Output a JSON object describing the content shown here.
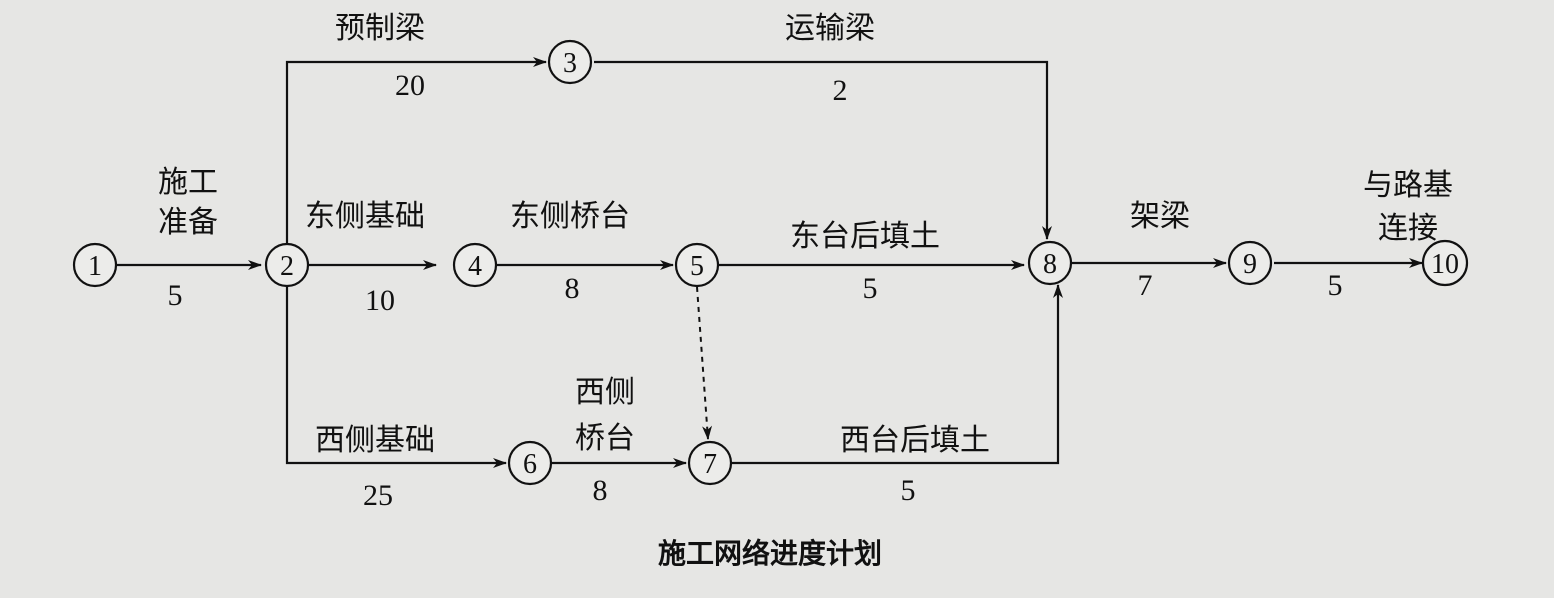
{
  "title": "施工网络进度计划",
  "nodes": [
    "1",
    "2",
    "3",
    "4",
    "5",
    "6",
    "7",
    "8",
    "9",
    "10"
  ],
  "activities": {
    "a12": {
      "label_line1": "施工",
      "label_line2": "准备",
      "duration": "5"
    },
    "a23": {
      "label": "预制梁",
      "duration": "20"
    },
    "a38": {
      "label": "运输梁",
      "duration": "2"
    },
    "a24": {
      "label": "东侧基础",
      "duration": "10"
    },
    "a45": {
      "label": "东侧桥台",
      "duration": "8"
    },
    "a58": {
      "label": "东台后填土",
      "duration": "5"
    },
    "a26": {
      "label": "西侧基础",
      "duration": "25"
    },
    "a67": {
      "label_line1": "西侧",
      "label_line2": "桥台",
      "duration": "8"
    },
    "a78": {
      "label": "西台后填土",
      "duration": "5"
    },
    "a89": {
      "label": "架梁",
      "duration": "7"
    },
    "a910": {
      "label_line1": "与路基",
      "label_line2": "连接",
      "duration": "5"
    }
  },
  "dummy": {
    "from": "5",
    "to": "7"
  }
}
